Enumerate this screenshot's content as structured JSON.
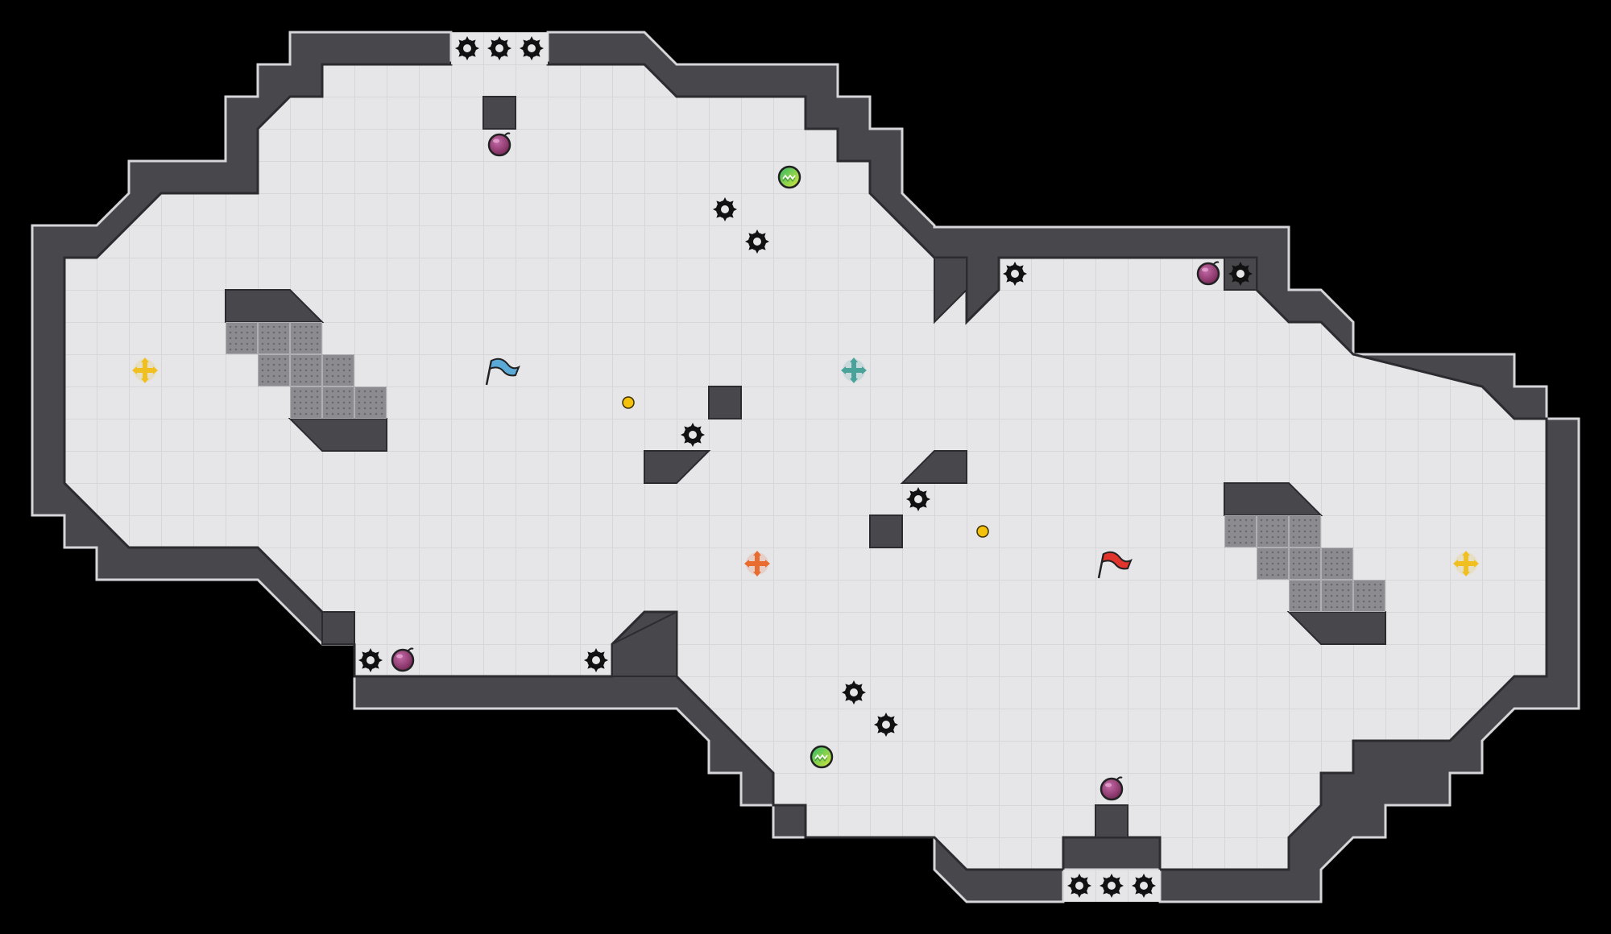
{
  "game": {
    "type": "top-down arena map",
    "colors": {
      "background": "#000000",
      "floor": "#e6e6e9",
      "floor_grid": "#d2d2d6",
      "wall": "#48484c",
      "wall_edge": "#2c2c30",
      "wall_outline": "#d6d6da",
      "speed_tile": "#8c8c90",
      "blue_team": "#5aa9d6",
      "red_team": "#e0342c",
      "spike": "#111111",
      "boost": "#f0c020",
      "powerup_rim": "#222222"
    }
  },
  "entities": {
    "flags": [
      {
        "team": "blue",
        "icon": "blue-flag-icon"
      },
      {
        "team": "red",
        "icon": "red-flag-icon"
      }
    ],
    "team_boosts": [
      {
        "team": "blue",
        "icon": "blue-team-boost-icon"
      },
      {
        "team": "red",
        "icon": "red-team-boost-icon"
      }
    ],
    "neutral_boosts": [
      {
        "icon": "neutral-boost-icon"
      },
      {
        "icon": "neutral-boost-icon"
      }
    ],
    "bombs": [
      {
        "icon": "bomb-icon"
      },
      {
        "icon": "bomb-icon"
      },
      {
        "icon": "bomb-icon"
      },
      {
        "icon": "bomb-icon"
      }
    ],
    "powerups": [
      {
        "icon": "powerup-icon"
      },
      {
        "icon": "powerup-icon"
      }
    ],
    "gates_small": [
      {
        "icon": "gate-button-icon"
      },
      {
        "icon": "gate-button-icon"
      }
    ]
  }
}
